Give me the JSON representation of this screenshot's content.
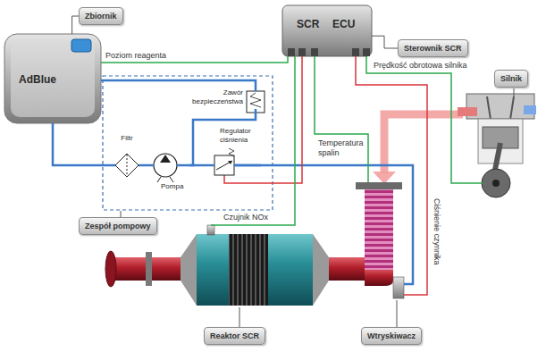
{
  "diagram": {
    "nodes": [
      {
        "text": [
          "Zbiornik"
        ]
      },
      {
        "text": [
          "AdBlue"
        ]
      },
      {
        "text": [
          "SCR",
          "ECU"
        ]
      },
      {
        "text": [
          "Sterownik SCR"
        ]
      },
      {
        "text": [
          "Silnik"
        ]
      },
      {
        "text": [
          "Zawór bezpieczeństwa"
        ]
      },
      {
        "text": [
          "Filtr"
        ]
      },
      {
        "text": [
          "Pompa"
        ]
      },
      {
        "text": [
          "Regulator ciśnienia"
        ]
      },
      {
        "text": [
          "Zespół pompowy"
        ]
      },
      {
        "text": [
          "Reaktor SCR"
        ]
      },
      {
        "text": [
          "Wtryskiwacz"
        ]
      }
    ],
    "edges": [
      {
        "from": 0,
        "to": 1,
        "arrow": "none"
      },
      {
        "from": 3,
        "to": 2,
        "arrow": "none"
      },
      {
        "from": 1,
        "to": 2,
        "label": "Poziom reagenta",
        "arrow": "none"
      },
      {
        "from": 1,
        "to": 6,
        "arrow": "none"
      },
      {
        "from": 6,
        "to": 7,
        "arrow": "none"
      },
      {
        "from": 7,
        "to": 8,
        "arrow": "none"
      },
      {
        "from": 7,
        "to": 5,
        "arrow": "none"
      },
      {
        "from": 5,
        "to": 1,
        "arrow": "none"
      }
    ],
    "labels": [
      "Prędkość obrotowa silnika",
      "Temperatura spalin",
      "Ciśnienie czynnika",
      "Czujnik NOx"
    ]
  }
}
